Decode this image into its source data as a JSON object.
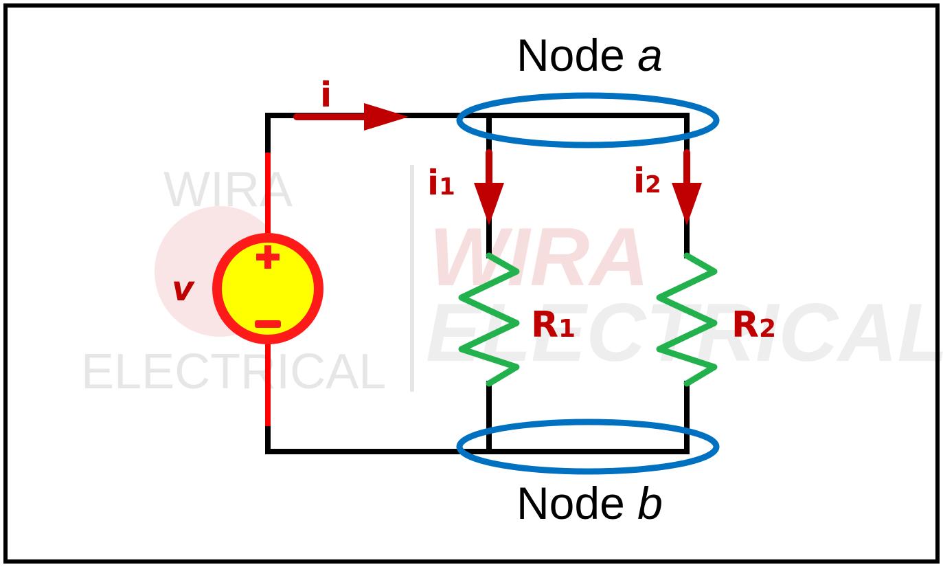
{
  "colors": {
    "frame": "#000000",
    "wire": "#000000",
    "source_wire": "#ff0000",
    "source_fill": "#ffff00",
    "source_ring": "#ff1a1a",
    "current_arrow": "#c00000",
    "resistor": "#22b14c",
    "node_ring": "#0070c0",
    "watermark": "#e6e6e6",
    "watermark_red": "#f7dede"
  },
  "labels": {
    "node_a_word": "Node",
    "node_a_letter": "a",
    "node_b_word": "Node",
    "node_b_letter": "b",
    "current_total": "i",
    "current_1": "i",
    "current_1_sub": "1",
    "current_2": "i",
    "current_2_sub": "2",
    "voltage": "v",
    "plus": "+",
    "minus": "−",
    "resistor_1": "R",
    "resistor_1_sub": "1",
    "resistor_2": "R",
    "resistor_2_sub": "2"
  },
  "watermark": {
    "small_top": "WIRA",
    "small_bottom": "ELECTRICAL",
    "large_top": "WIRA",
    "large_bottom": "ELECTRICAL"
  }
}
